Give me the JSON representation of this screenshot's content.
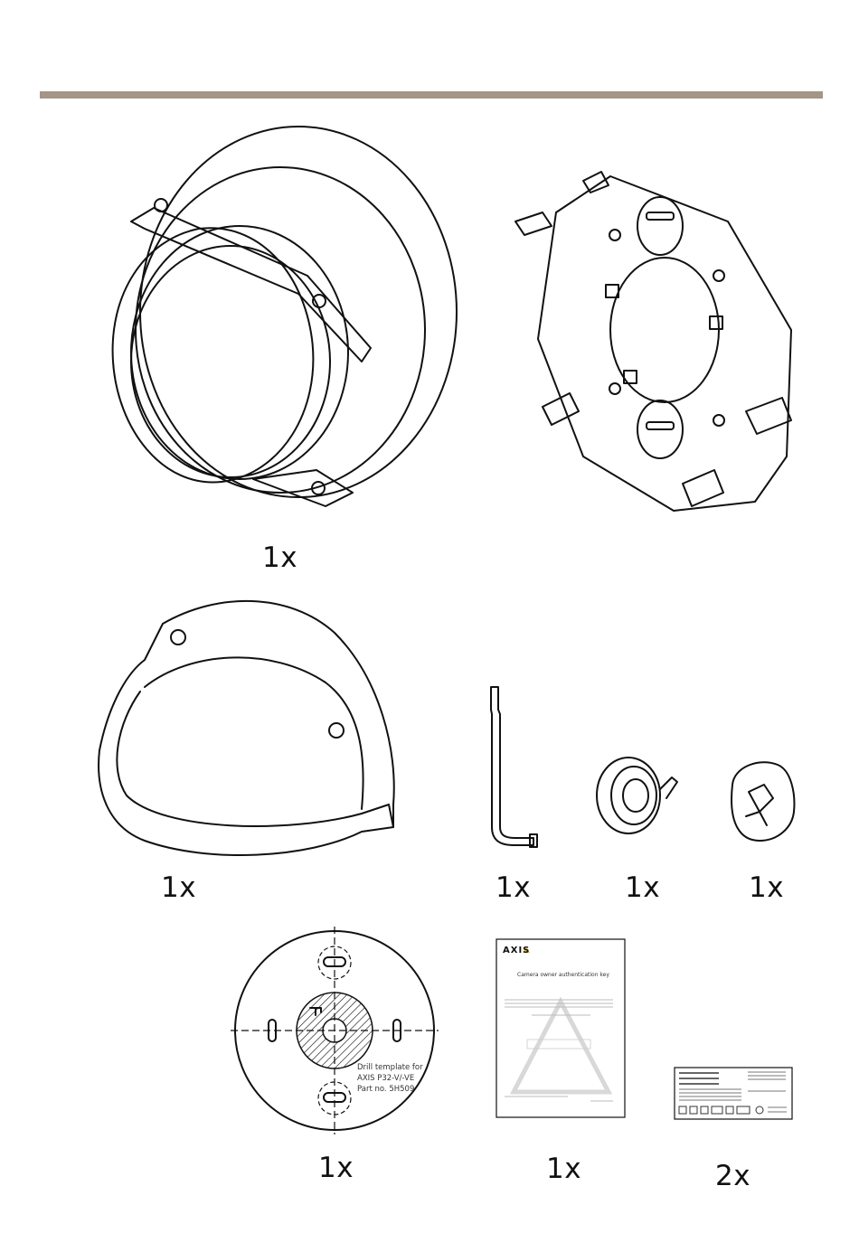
{
  "header": {
    "rule_color": "#a39587"
  },
  "items": {
    "dome_camera": {
      "qty": "1x",
      "icon": "dome-camera-icon"
    },
    "mounting_bracket": {
      "icon": "mounting-bracket-icon"
    },
    "weathershield": {
      "qty": "1x",
      "icon": "weathershield-icon"
    },
    "torx_key": {
      "qty": "1x",
      "icon": "torx-key-icon"
    },
    "cable_gasket": {
      "qty": "1x",
      "icon": "cable-gasket-icon"
    },
    "bit": {
      "qty": "1x",
      "icon": "bit-icon"
    },
    "drill_template": {
      "qty": "1x",
      "icon": "drill-template-icon",
      "line1": "Drill template for",
      "line2": "AXIS P32-V/-VE",
      "line3": "Part no. 5H509"
    },
    "auth_key_document": {
      "qty": "1x",
      "icon": "document-icon",
      "brand": "AXIS",
      "title": "Camera owner authentication key"
    },
    "labels": {
      "qty": "2x",
      "icon": "label-sticker-icon"
    }
  }
}
